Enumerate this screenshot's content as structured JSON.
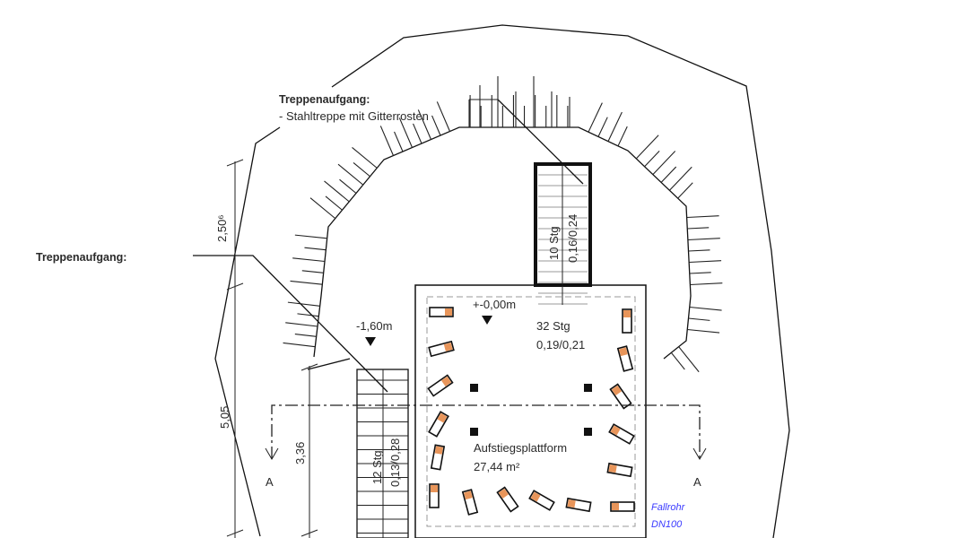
{
  "labels": {
    "stair_top_title": "Treppenaufgang:",
    "stair_top_desc": "- Stahltreppe mit Gitterrosten",
    "stair_left_title": "Treppenaufgang:",
    "level_zero": "+-0,00m",
    "level_minus": "-1,60m",
    "main_stair_steps": "32 Stg",
    "main_stair_ratio": "0,19/0,21",
    "top_stair_steps": "10 Stg",
    "top_stair_ratio": "0,16/0,24",
    "left_stair_steps": "12 Stg",
    "left_stair_ratio": "0,13/0,28",
    "platform_name": "Aufstiegsplattform",
    "platform_area": "27,44 m²",
    "downpipe_1": "Fallrohr",
    "downpipe_2": "DN100",
    "section_left": "A",
    "section_right": "A"
  },
  "dimensions": {
    "dim_top": "2,50⁶",
    "dim_total": "5,05",
    "dim_lower": "3,36"
  },
  "colors": {
    "seat_accent": "#e8955a",
    "downpipe_text": "#3a3aff",
    "line": "#111111"
  }
}
